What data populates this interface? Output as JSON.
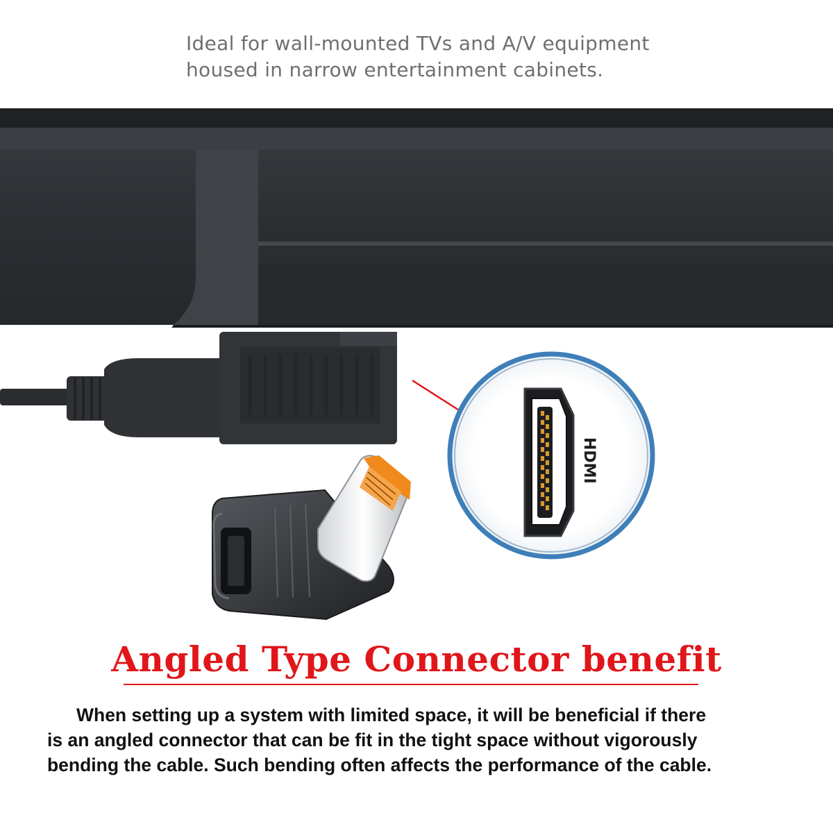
{
  "caption": {
    "line1": "Ideal for wall-mounted TVs and A/V equipment",
    "line2": "housed in narrow entertainment cabinets."
  },
  "port_label": "HDMI",
  "headline": "Angled Type Connector benefit",
  "body": {
    "line1": "When setting up a system with limited space, it will be beneficial if there",
    "line2": "is an angled connector that can be fit in the tight space without vigorously",
    "line3": "bending the cable. Such bending often affects the performance of the cable."
  },
  "colors": {
    "headline": "#e0161a",
    "caption": "#6f6f6f",
    "tv_body": "#2f3236",
    "adapter_shell": "#3a3c40",
    "plug_contacts": "#f08a1c",
    "port_ring": "#3e7fb8",
    "callout_line": "#e0161a"
  },
  "icons": [
    "tv-edge-illustration",
    "hdmi-cable-plug-icon",
    "angled-adapter-icon",
    "hdmi-port-icon"
  ]
}
